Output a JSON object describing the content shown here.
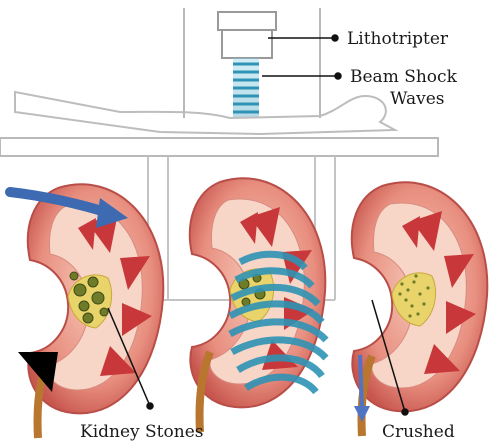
{
  "labels": {
    "lithotripter": "Lithotripter",
    "beam_line1": "Beam Shock",
    "beam_line2": "Waves",
    "kidney_stones": "Kidney Stones",
    "crushed": "Crushed"
  },
  "colors": {
    "kidney_outer": "#d9706a",
    "kidney_inner": "#f3b6a6",
    "pyramid": "#c8383a",
    "stone": "#6e7c2a",
    "ureter": "#b8762f",
    "shock_wave": "#2f93b5",
    "flow_arrow": "#3d6ab1",
    "machine_line": "#b9b9b9"
  }
}
